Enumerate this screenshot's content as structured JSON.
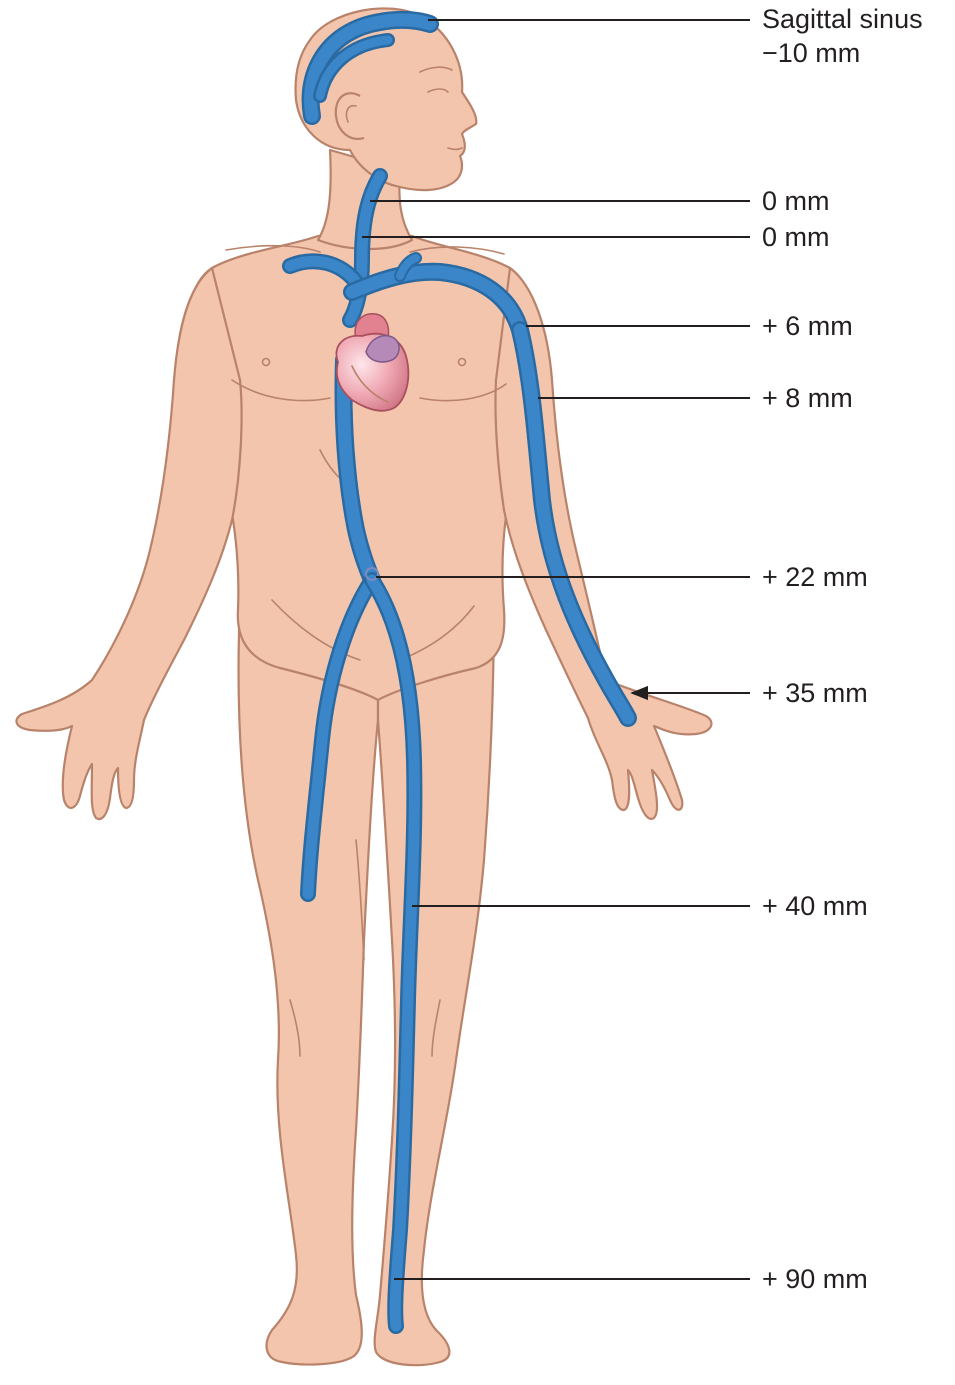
{
  "labels": {
    "sagittal_sinus_name": "Sagittal sinus",
    "sagittal_sinus_value": "−10 mm",
    "jugular_upper": "0 mm",
    "jugular_lower": "0 mm",
    "axillary": "+ 6 mm",
    "brachial": "+ 8 mm",
    "iliac": "+ 22 mm",
    "hand": "+ 35 mm",
    "knee": "+ 40 mm",
    "foot": "+ 90 mm"
  },
  "colors": {
    "vein": "#3a86c8",
    "skin": "#f2c5ac",
    "outline": "#b9826a",
    "heart": "#e89aa6",
    "text": "#231f20"
  }
}
